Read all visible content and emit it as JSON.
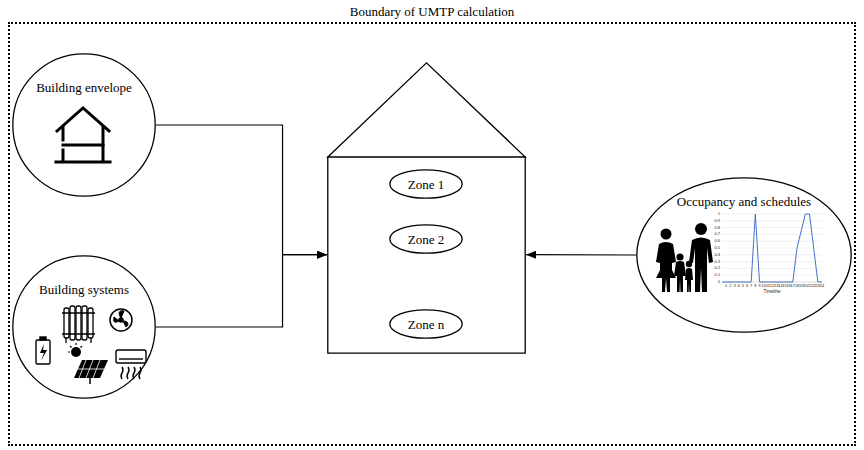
{
  "diagram": {
    "nodes": [
      {
        "text": [
          "Boundary of UMTP calculation"
        ]
      },
      {
        "text": [
          "Building envelope"
        ],
        "in": 0
      },
      {
        "text": [
          "Building systems"
        ],
        "in": 0
      },
      {
        "text": [],
        "in": 0
      },
      {
        "text": [
          "Zone 1"
        ],
        "in": 3
      },
      {
        "text": [
          "Zone 2"
        ],
        "in": 3
      },
      {
        "text": [
          "Zone n"
        ],
        "in": 3
      },
      {
        "text": [
          "Occupancy and schedules"
        ],
        "in": 0
      }
    ],
    "edges": [
      {
        "from": 1,
        "to": 3,
        "arrow": "to"
      },
      {
        "from": 2,
        "to": 3,
        "arrow": "to"
      },
      {
        "from": 7,
        "to": 3,
        "arrow": "to"
      }
    ],
    "labels": [
      "0",
      "0.1",
      "0.2",
      "0.3",
      "0.4",
      "0.5",
      "0.6",
      "0.7",
      "0.8",
      "0.9",
      "1",
      "1",
      "2",
      "3",
      "4",
      "5",
      "6",
      "7",
      "8",
      "9",
      "10",
      "11",
      "12",
      "13",
      "14",
      "15",
      "16",
      "17",
      "18",
      "19",
      "20",
      "21",
      "22",
      "23",
      "24",
      "Timeline"
    ]
  }
}
